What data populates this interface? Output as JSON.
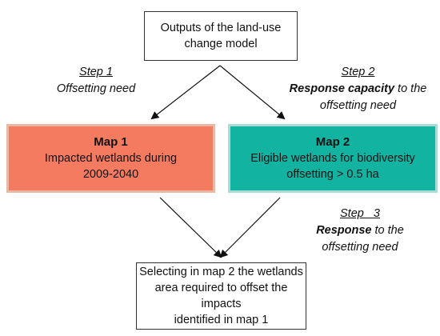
{
  "top_box": {
    "lines": [
      "Outputs of the land-use",
      "change model"
    ]
  },
  "step1": {
    "label": "Step 1",
    "text": "Offsetting need"
  },
  "step2": {
    "label": "Step 2",
    "bold": "Response capacity",
    "rest": " to the",
    "line3": "offsetting need"
  },
  "map1": {
    "title": "Map 1",
    "lines": [
      "Impacted wetlands during",
      "2009-2040"
    ]
  },
  "map2": {
    "title": "Map 2",
    "lines": [
      "Eligible wetlands for biodiversity",
      "offsetting > 0.5 ha"
    ]
  },
  "step3": {
    "label": "Step   3",
    "bold": "Response",
    "rest": " to the",
    "line3": "offsetting need"
  },
  "bottom_box": {
    "lines": [
      "Selecting in map 2 the wetlands",
      "area required to offset the impacts",
      "identified in map 1"
    ]
  },
  "colors": {
    "map1_fill": "#f47b60",
    "map2_fill": "#13b3a2"
  }
}
